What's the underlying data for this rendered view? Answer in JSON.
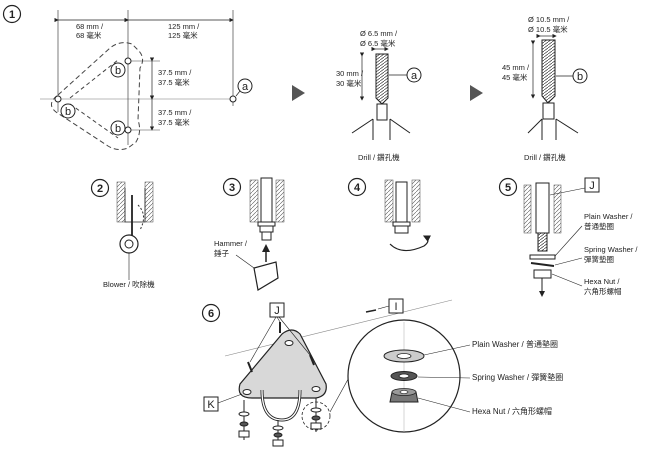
{
  "steps": {
    "s1": "1",
    "s2": "2",
    "s3": "3",
    "s4": "4",
    "s5": "5",
    "s6": "6"
  },
  "dims": {
    "d68_en": "68 mm /",
    "d68_zh": "68 毫米",
    "d125_en": "125 mm /",
    "d125_zh": "125 毫米",
    "d37a_en": "37.5 mm /",
    "d37a_zh": "37.5 毫米",
    "d37b_en": "37.5 mm /",
    "d37b_zh": "37.5 毫米",
    "drill65_en": "Ø 6.5 mm /",
    "drill65_zh": "Ø 6.5 毫米",
    "depth30_en": "30 mm /",
    "depth30_zh": "30 毫米",
    "drill105_en": "Ø 10.5 mm /",
    "drill105_zh": "Ø 10.5 毫米",
    "depth45_en": "45 mm /",
    "depth45_zh": "45 毫米"
  },
  "letters": {
    "a": "a",
    "b": "b",
    "J": "J",
    "I": "I",
    "K": "K"
  },
  "labels": {
    "drill": "Drill / 鑽孔機",
    "blower": "Blower / 吹除機",
    "hammer_en": "Hammer /",
    "hammer_zh": "錘子",
    "plain_washer_en": "Plain Washer /",
    "plain_washer_zh": "普通墊圈",
    "spring_washer_en": "Spring Washer /",
    "spring_washer_zh": "彈簧墊圈",
    "hexa_nut_en": "Hexa Nut /",
    "hexa_nut_zh": "六角形螺帽",
    "plain_washer_full": "Plain Washer / 普通墊圈",
    "spring_washer_full": "Spring Washer / 彈簧墊圈",
    "hexa_nut_full": "Hexa Nut / 六角形螺帽"
  }
}
